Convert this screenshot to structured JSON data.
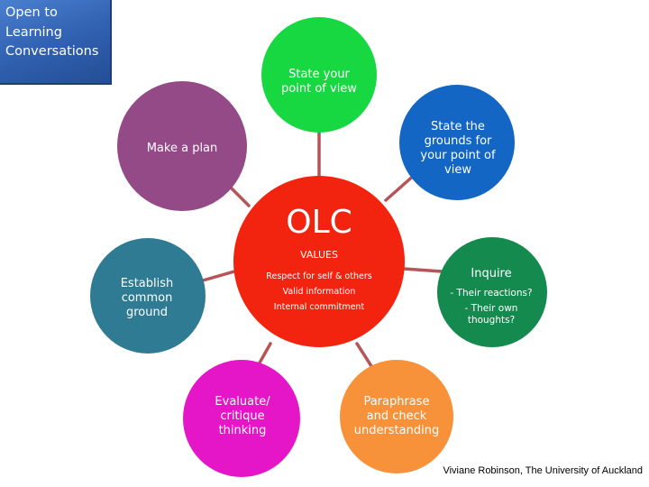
{
  "title_lines": [
    "Open to",
    "Learning",
    "Conversations"
  ],
  "center": {
    "title": "OLC",
    "subtitle": "VALUES",
    "values": [
      "Respect for self & others",
      "Valid  information",
      "Internal commitment"
    ],
    "color": "#f2240f"
  },
  "nodes": {
    "state_view": {
      "lines": [
        "State your",
        "point of view"
      ],
      "color": "#17d840"
    },
    "state_grounds": {
      "lines": [
        "State the",
        "grounds for",
        "your point of",
        "view"
      ],
      "color": "#1466c4"
    },
    "inquire": {
      "lines": [
        "Inquire",
        "- Their reactions?",
        "- Their own",
        "thoughts?"
      ],
      "color": "#148a4e"
    },
    "paraphrase": {
      "lines": [
        "Paraphrase",
        "and check",
        "understanding"
      ],
      "color": "#f7923a"
    },
    "evaluate": {
      "lines": [
        "Evaluate/",
        "critique",
        "thinking"
      ],
      "color": "#e416c8"
    },
    "establish": {
      "lines": [
        "Establish",
        "common",
        "ground"
      ],
      "color": "#2f7b93"
    },
    "make_plan": {
      "lines": [
        "Make a plan"
      ],
      "color": "#944a87"
    }
  },
  "connector_color": "#b65558",
  "credit": "Viviane Robinson, The University of Auckland"
}
